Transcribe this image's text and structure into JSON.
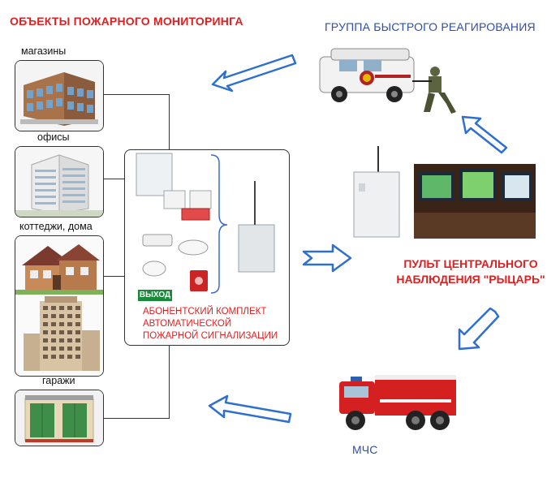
{
  "header": {
    "objects_title": "ОБЪЕКТЫ ПОЖАРНОГО МОНИТОРИНГА",
    "response_group": "ГРУППА БЫСТРОГО РЕАГИРОВАНИЯ"
  },
  "objects": {
    "shops": "магазины",
    "offices": "офисы",
    "cottages": "коттеджи, дома",
    "garages": "гаражи"
  },
  "kit": {
    "exit_sign": "ВЫХОД",
    "caption_line1": "АБОНЕНТСКИЙ КОМПЛЕКТ",
    "caption_line2": "АВТОМАТИЧЕСКОЙ",
    "caption_line3": "ПОЖАРНОЙ СИГНАЛИЗАЦИИ"
  },
  "center": {
    "line1": "ПУЛЬТ ЦЕНТРАЛЬНОГО",
    "line2": "НАБЛЮДЕНИЯ \"РЫЦАРЬ\""
  },
  "emergency": {
    "label": "МЧС"
  },
  "colors": {
    "accent_red": "#e02020",
    "accent_blue": "#2e4fa8",
    "arrow_blue": "#2f6fd0"
  }
}
